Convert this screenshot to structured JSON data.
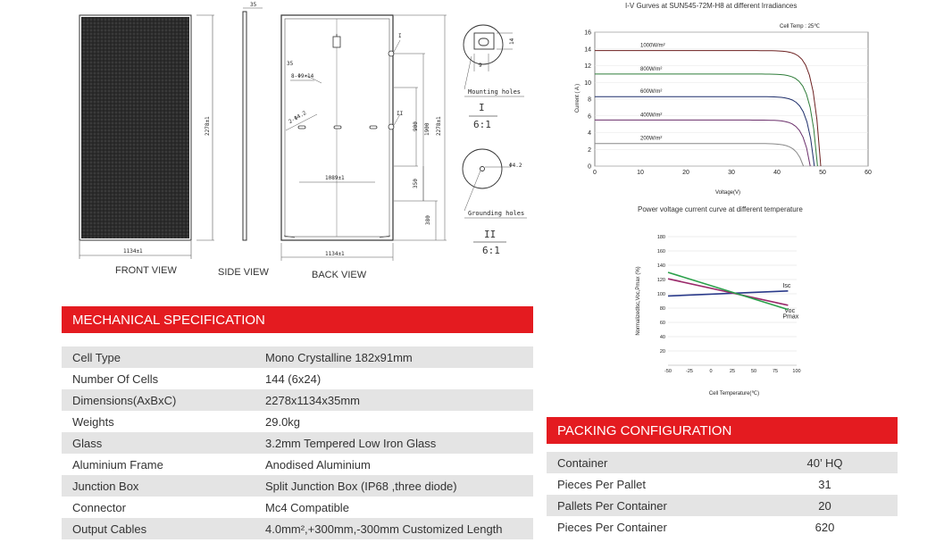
{
  "drawings": {
    "front_view": "FRONT VIEW",
    "side_view": "SIDE VIEW",
    "back_view": "BACK VIEW",
    "dim_side_thickness": "35",
    "dim_height": "2278±1",
    "dim_width": "1134±1",
    "dim_back_35": "35",
    "dim_back_holes": "8-Φ9×14",
    "dim_back_ground": "2-Φ4.2",
    "dim_back_1089": "1089±1",
    "dim_back_900": "900",
    "dim_back_1900": "1900",
    "dim_back_350": "350",
    "dim_back_380": "380",
    "dim_back_height": "2278±1",
    "dim_back_width": "1134±1",
    "mark_I": "I",
    "mark_II": "II",
    "detail1_label": "Mounting holes",
    "detail1_mark": "I",
    "detail1_scale": "6:1",
    "detail1_dim_14": "14",
    "detail1_dim_9": "9",
    "detail2_label": "Grounding holes",
    "detail2_dim": "Φ4.2",
    "detail2_mark": "II",
    "detail2_scale": "6:1"
  },
  "iv_chart": {
    "chart_data": {
      "type": "line",
      "title": "I-V Gurves at SUN545-72M-H8 at different Irradiances",
      "annotation": "Cell Temp : 25℃",
      "xlabel": "Voltage(V)",
      "ylabel": "Current ( A )",
      "xlim": [
        0,
        60
      ],
      "ylim": [
        0,
        16
      ],
      "x_ticks": [
        "0",
        "10",
        "20",
        "30",
        "40",
        "50",
        "60"
      ],
      "y_ticks": [
        "0",
        "2",
        "4",
        "6",
        "8",
        "10",
        "12",
        "14",
        "16"
      ],
      "series": [
        {
          "name": "1000W/m²",
          "isc": 13.8,
          "voc": 49.6,
          "color": "#6b1f1f"
        },
        {
          "name": "800W/m²",
          "isc": 11.0,
          "voc": 48.9,
          "color": "#2f7d3a"
        },
        {
          "name": "600W/m²",
          "isc": 8.3,
          "voc": 48.2,
          "color": "#1f2f6b"
        },
        {
          "name": "400W/m²",
          "isc": 5.5,
          "voc": 47.3,
          "color": "#6b2f6b"
        },
        {
          "name": "200W/m²",
          "isc": 2.7,
          "voc": 45.8,
          "color": "#888888"
        }
      ]
    }
  },
  "temp_chart": {
    "chart_data": {
      "type": "line",
      "title": "Power voltage current curve at different temperature",
      "xlabel": "Cell Temperature(℃)",
      "ylabel": "Normalizedlsc,Voc,Pmax (%)",
      "xlim": [
        -50,
        100
      ],
      "ylim": [
        0,
        180
      ],
      "x_ticks": [
        "-50",
        "-25",
        "0",
        "25",
        "50",
        "75",
        "100"
      ],
      "y_ticks": [
        "20",
        "40",
        "60",
        "80",
        "100",
        "120",
        "140",
        "160",
        "180"
      ],
      "series": [
        {
          "name": "Isc",
          "x": [
            -50,
            90
          ],
          "y": [
            97,
            104
          ],
          "color": "#2a3a8a"
        },
        {
          "name": "Voc",
          "x": [
            -50,
            90
          ],
          "y": [
            121,
            84
          ],
          "color": "#9b2a6b"
        },
        {
          "name": "Pmax",
          "x": [
            -50,
            90
          ],
          "y": [
            130,
            78
          ],
          "color": "#2aa04a"
        }
      ]
    }
  },
  "mechanical": {
    "title": "MECHANICAL SPECIFICATION",
    "rows": [
      {
        "label": "Cell Type",
        "value": "Mono Crystalline 182x91mm"
      },
      {
        "label": "Number Of Cells",
        "value": "144 (6x24)"
      },
      {
        "label": "Dimensions(AxBxC)",
        "value": "2278x1134x35mm"
      },
      {
        "label": "Weights",
        "value": "29.0kg"
      },
      {
        "label": "Glass",
        "value": "3.2mm Tempered Low Iron Glass"
      },
      {
        "label": "Aluminium Frame",
        "value": "Anodised Aluminium"
      },
      {
        "label": "Junction Box",
        "value": "Split Junction Box (IP68 ,three diode)"
      },
      {
        "label": "Connector",
        "value": "Mc4 Compatible"
      },
      {
        "label": "Output Cables",
        "value": "4.0mm²,+300mm,-300mm Customized Length"
      }
    ]
  },
  "packing": {
    "title": "PACKING CONFIGURATION",
    "rows": [
      {
        "label": "Container",
        "value": "40’ HQ"
      },
      {
        "label": "Pieces Per Pallet",
        "value": "31"
      },
      {
        "label": "Pallets Per Container",
        "value": "20"
      },
      {
        "label": "Pieces Per Container",
        "value": "620"
      }
    ]
  }
}
